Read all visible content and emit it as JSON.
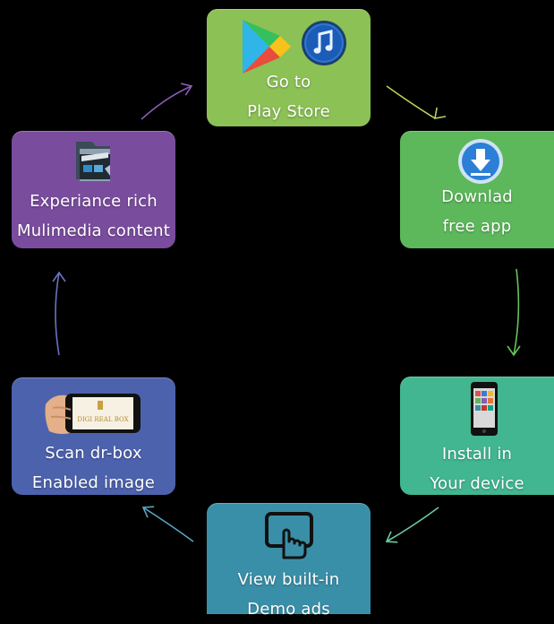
{
  "steps": [
    {
      "id": "play-store",
      "lines": [
        "Go to",
        "Play Store"
      ],
      "color": "#8cc155"
    },
    {
      "id": "download",
      "lines": [
        "Downlad",
        "free app"
      ],
      "color": "#5cb85a"
    },
    {
      "id": "install",
      "lines": [
        "Install in",
        "Your device"
      ],
      "color": "#41b690"
    },
    {
      "id": "demo",
      "lines": [
        "View built-in",
        "Demo ads"
      ],
      "color": "#3a8fa8"
    },
    {
      "id": "scan",
      "lines": [
        "Scan dr-box",
        "Enabled image"
      ],
      "color": "#4d62ad"
    },
    {
      "id": "multimedia",
      "lines": [
        "Experiance rich",
        "Mulimedia content"
      ],
      "color": "#7a4c9e"
    }
  ],
  "phone_screen_text": "DIGI REAL BOX",
  "arrow_colors": [
    "#b7d25a",
    "#67c35a",
    "#6ecba0",
    "#5aa6c2",
    "#6a73c0",
    "#8a5cb4"
  ]
}
